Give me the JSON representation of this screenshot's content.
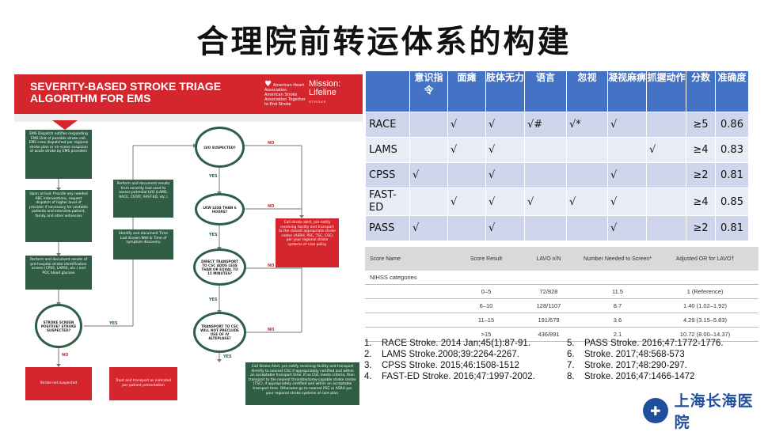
{
  "title": "合理院前转运体系的构建",
  "flowchart": {
    "header_title": "SEVERITY-BASED STROKE TRIAGE ALGORITHM FOR EMS",
    "logo_a": "American Heart Association American Stroke Association Together to End Stroke",
    "logo_b_line1": "Mission:",
    "logo_b_line2": "Lifeline",
    "logo_b_line3": "STROKE",
    "box_dispatch": "EMS Dispatch notifies responding EMS Unit of possible stroke call. EMS crew dispatched per regional stroke plan or on-scene suspicion of acute stroke by EMS providers",
    "box_arrival": "Upon arrival: Provide any needed ABC interventions, request dispatch of higher level of provider if necessary for unstable patients and interview patient, family and other witnesses",
    "box_document": "Perform and document results of pre-hospital stroke identification screen (CPSS, LAPSS, etc.) and POC blood glucose",
    "box_severity": "Perform and document results from severity tool used to assess potential LVO (LAMS, RACE, CSTAT, FAST-ED, etc.)",
    "box_lkw": "Identify and document Time Last Known Well & Time of symptom discovery",
    "circle_screen": "STROKE SCREEN POSITIVE? STROKE SUSPECTED?",
    "circle_lvo": "LVO SUSPECTED?",
    "circle_lkw": "LKW LESS THAN 6 HOURS?",
    "circle_transport": "DIRECT TRANSPORT TO CSC ADDS LESS THAN OR EQUAL TO 15 MINUTES?",
    "circle_csc": "TRANSPORT TO CSC WILL NOT PRECLUDE USE OF IV ALTEPLASE?",
    "box_call_alert": "Call stroke alert, pre-notify receiving facility and transport to the closest appropriate stroke center (ASRH, PSC, TSC, CSC) per your regional stroke systems of care policy",
    "box_call_alert2": "Call Stroke Alert, pre-notify receiving facility and transport directly to nearest CSC if appropriately certified and within an acceptable transport time. If no CSC meets criteria, then transport to the nearest thrombectomy-capable stroke center (TSC), if appropriately certified and within an acceptable transport time. Otherwise go to nearest PSC or ASRH per your regional stroke systems of care plan.",
    "box_not_suspected": "Stroke not suspected",
    "box_treat": "Treat and transport as indicated per patient presentation",
    "yes": "YES",
    "no": "NO"
  },
  "comparison_table": {
    "columns": [
      "意识指令",
      "面瘫",
      "肢体无力",
      "语言",
      "忽视",
      "凝视麻痹",
      "抓握动作",
      "分数",
      "准确度"
    ],
    "rows": [
      {
        "scale": "RACE",
        "cells": [
          "",
          "√",
          "√",
          "√#",
          "√*",
          "√",
          "",
          "≥5",
          "0.86"
        ]
      },
      {
        "scale": "LAMS",
        "cells": [
          "",
          "√",
          "√",
          "",
          "",
          "",
          "√",
          "≥4",
          "0.83"
        ]
      },
      {
        "scale": "CPSS",
        "cells": [
          "√",
          "",
          "√",
          "",
          "",
          "√",
          "",
          "≥2",
          "0.81"
        ]
      },
      {
        "scale": "FAST-ED",
        "cells": [
          "",
          "√",
          "√",
          "√",
          "√",
          "√",
          "",
          "≥4",
          "0.85"
        ]
      },
      {
        "scale": "PASS",
        "cells": [
          "√",
          "",
          "√",
          "",
          "",
          "√",
          "",
          "≥2",
          "0.81"
        ]
      }
    ]
  },
  "nihss_table": {
    "headers": [
      "Score Name",
      "Score Result",
      "LAVO n/N",
      "Number Needed to Screen*",
      "Adjusted OR for LAVO†"
    ],
    "rows": [
      [
        "NIHSS categories",
        "",
        "",
        "",
        ""
      ],
      [
        "",
        "0–5",
        "72/828",
        "11.5",
        "1 (Reference)"
      ],
      [
        "",
        "6–10",
        "128/1107",
        "8.7",
        "1.40 (1.02–1.92)"
      ],
      [
        "",
        "11–15",
        "191/679",
        "3.6",
        "4.29 (3.15–5.83)"
      ],
      [
        "",
        ">15",
        "436/891",
        "2.1",
        "10.72 (8.00–14.37)"
      ]
    ]
  },
  "references": [
    {
      "num": "1.",
      "text": "RACE Stroke. 2014 Jan;45(1):87-91."
    },
    {
      "num": "2.",
      "text": "LAMS Stroke.2008;39:2264-2267."
    },
    {
      "num": "3.",
      "text": "CPSS Stroke. 2015;46:1508-1512"
    },
    {
      "num": "4.",
      "text": "FAST-ED Stroke. 2016;47:1997-2002."
    },
    {
      "num": "5.",
      "text": "PASS Stroke. 2016;47:1772-1776."
    },
    {
      "num": "6.",
      "text": "Stroke. 2017;48:568-573"
    },
    {
      "num": "7.",
      "text": "Stroke. 2017;48:290-297."
    },
    {
      "num": "8.",
      "text": "Stroke. 2016;47:1466-1472"
    }
  ],
  "hospital": {
    "name": "上海长海医院"
  },
  "colors": {
    "accent_red": "#d6262d",
    "flow_green": "#2f5e45",
    "table_blue": "#4472c4"
  }
}
